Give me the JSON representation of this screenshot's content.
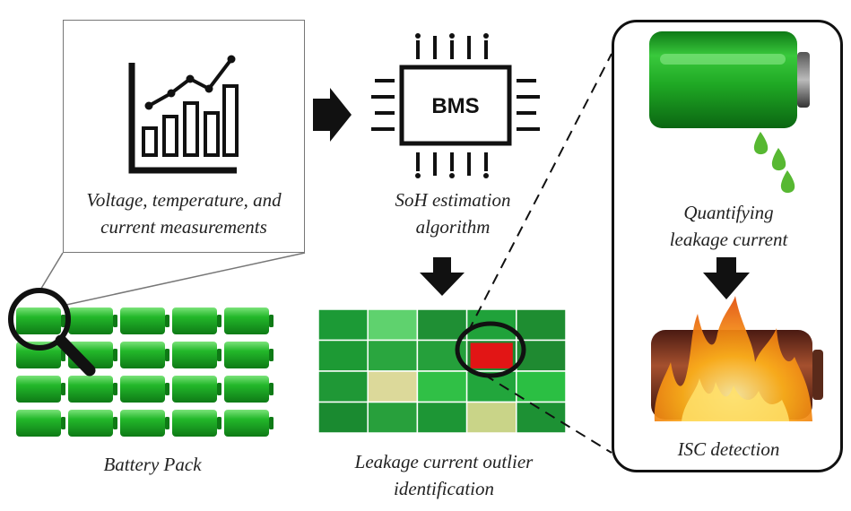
{
  "measure": {
    "line1": "Voltage, temperature, and",
    "line2": "current measurements"
  },
  "bms": {
    "chip_label": "BMS",
    "line1": "SoH estimation",
    "line2": "algorithm"
  },
  "quant": {
    "line1": "Quantifying",
    "line2": "leakage current"
  },
  "isc": {
    "label": "ISC detection"
  },
  "pack": {
    "label": "Battery Pack"
  },
  "outlier": {
    "line1": "Leakage current outlier",
    "line2": "identification"
  },
  "colors": {
    "battery_green": "#22b027",
    "outlier_red": "#e21515",
    "flame_orange": "#f58a12"
  },
  "heatmap": [
    [
      "#1c9a36",
      "#5fd26e",
      "#1f8f34",
      "#20a23a",
      "#1e8d31"
    ],
    [
      "#1d9a34",
      "#2aa63f",
      "#25a03b",
      "#e21515",
      "#1f8a31"
    ],
    [
      "#1f9836",
      "#dcd99a",
      "#30c046",
      "#22a63c",
      "#2bbf43"
    ],
    [
      "#1a8a30",
      "#28a03c",
      "#1d9635",
      "#c9d488",
      "#1d9134"
    ]
  ]
}
